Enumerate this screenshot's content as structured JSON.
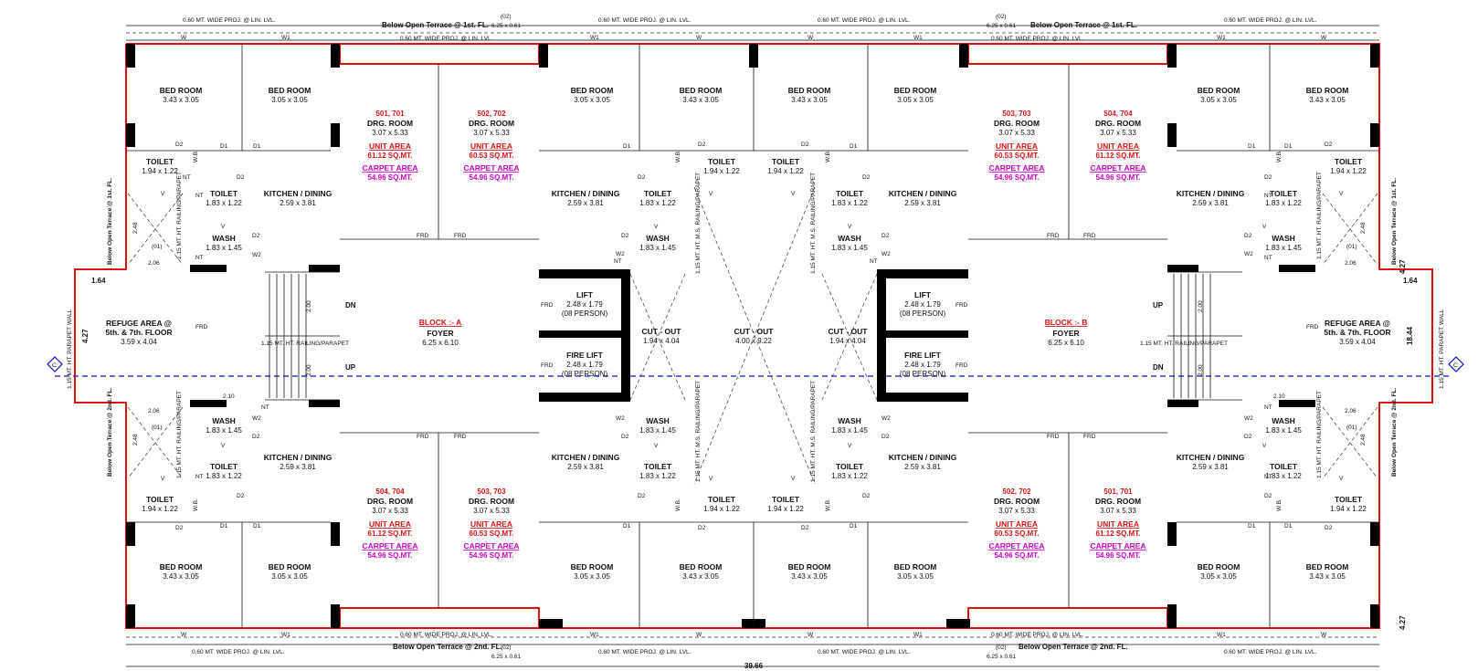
{
  "proj_top": "0.60 MT. WIDE PROJ. @ LIN. LVL.",
  "proj_bot": "0.60 MT. WIDE PROJ. @ LIN. LVL.",
  "terrace_top": "Below Open Terrace @ 1st. FL.",
  "terrace_bot": "Below Open Terrace @ 2nd. FL.",
  "terrace_side_top": "Below Open Terrace @ 1st. FL.",
  "terrace_side_bot": "Below Open Terrace @ 2nd. FL.",
  "marker_02": "(02)",
  "marker_01": "(01)",
  "proj_size": "6.25 x 0.61",
  "window_w": "W",
  "window_w1": "W1",
  "door_d1": "D1",
  "door_d2": "D2",
  "door_w2": "W2",
  "door_frd": "FRD",
  "nt": "NT",
  "v": "V",
  "wb": "W.B.",
  "bedroom": "BED ROOM",
  "bed_a": "3.43 x 3.05",
  "bed_b": "3.05 x 3.05",
  "toilet": "TOILET",
  "toilet_a": "1.94 x 1.22",
  "toilet_b": "1.83 x 1.22",
  "kitchen": "KITCHEN / DINING",
  "kitchen_size": "2.59 x 3.81",
  "wash": "WASH",
  "wash_size": "1.83 x 1.45",
  "drg": "DRG. ROOM",
  "drg_size": "3.07 x 5.33",
  "unit_area": "UNIT AREA",
  "carpet_area": "CARPET AREA",
  "carpet_val": "54.96 SQ.MT.",
  "area_6112": "61.12 SQ.MT.",
  "area_6053": "60.53 SQ.MT.",
  "unit_501_701": "501, 701",
  "unit_502_702": "502, 702",
  "unit_503_703": "503, 703",
  "unit_504_704": "504, 704",
  "block_a": "BLOCK :- A",
  "block_b": "BLOCK :- B",
  "foyer": "FOYER",
  "foyer_size": "6.25 x 6.10",
  "lift": "LIFT",
  "lift_size": "2.48 x 1.79",
  "lift_person": "(08 PERSON)",
  "fire_lift": "FIRE LIFT",
  "cutout": "CUT - OUT",
  "cutout_small": "1.94 x 4.04",
  "cutout_big": "4.00 x 9.22",
  "refuge": "REFUGE AREA @",
  "refuge2": "5th. & 7th. FLOOR",
  "refuge_size": "3.59 x 4.04",
  "railing": "1.15 MT. HT. RAILING/PARAPET",
  "ms_railing": "1.15 MT. HT. M.S. RAILING/PARAPET",
  "parapet_wall": "1.15 MT. HT. PARAPET WALL",
  "stair_up": "UP",
  "stair_dn": "DN",
  "stair_200": "2.00",
  "d_164": "1.64",
  "d_427": "4.27",
  "d_1844": "18.44",
  "d_3966": "39.66",
  "d_206": "2.06",
  "d_210": "2.10",
  "d_248": "2.48",
  "axis_c": "C"
}
